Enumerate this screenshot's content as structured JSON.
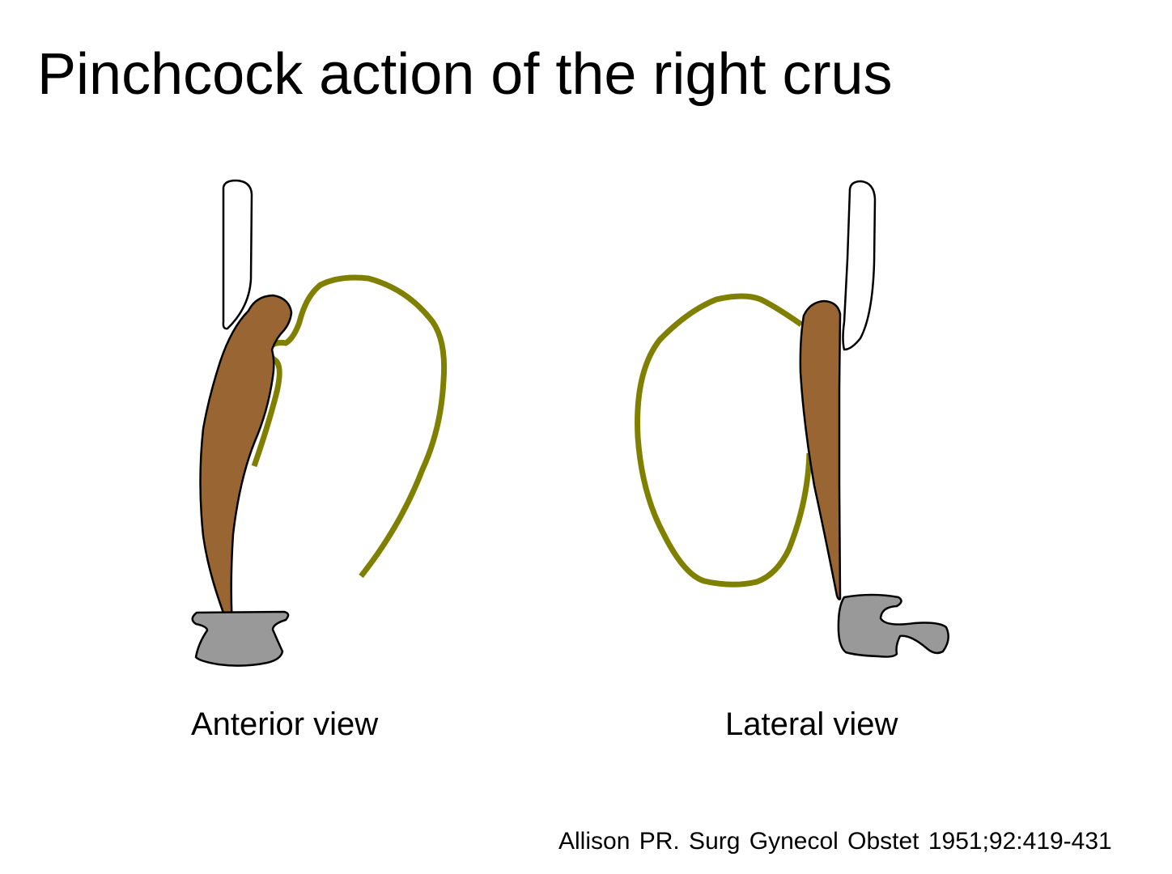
{
  "title": "Pinchcock action of the right crus",
  "views": [
    {
      "caption": "Anterior view"
    },
    {
      "caption": "Lateral view"
    }
  ],
  "citation": "Allison PR. Surg Gynecol Obstet 1951;92:419-431",
  "colors": {
    "crus": "#996633",
    "esophagus_stomach": "#808000",
    "vertebra": "#999999",
    "outline": "#000000",
    "background": "#ffffff"
  }
}
